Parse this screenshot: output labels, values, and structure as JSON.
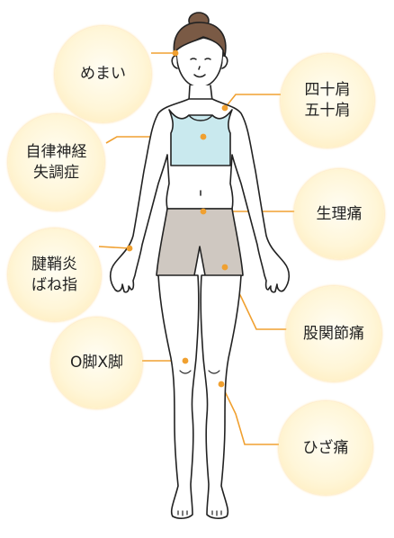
{
  "colors": {
    "leader": "#f0a030",
    "dot": "#f0a030",
    "bubble_fill": "#fff6d8",
    "bra": "#c9e9ee",
    "shorts": "#cfc8c1",
    "hair": "#7a5a45",
    "skin": "#ffffff",
    "outline": "#222222"
  },
  "labels": {
    "memai": "めまい",
    "shijukata": "四十肩\n五十肩",
    "jiritsu": "自律神経\n失調症",
    "seiritsu": "生理痛",
    "kenshouen": "腱鞘炎\nばね指",
    "kokansetsu": "股関節痛",
    "okyaku": "O脚X脚",
    "hizatsu": "ひざ痛"
  }
}
